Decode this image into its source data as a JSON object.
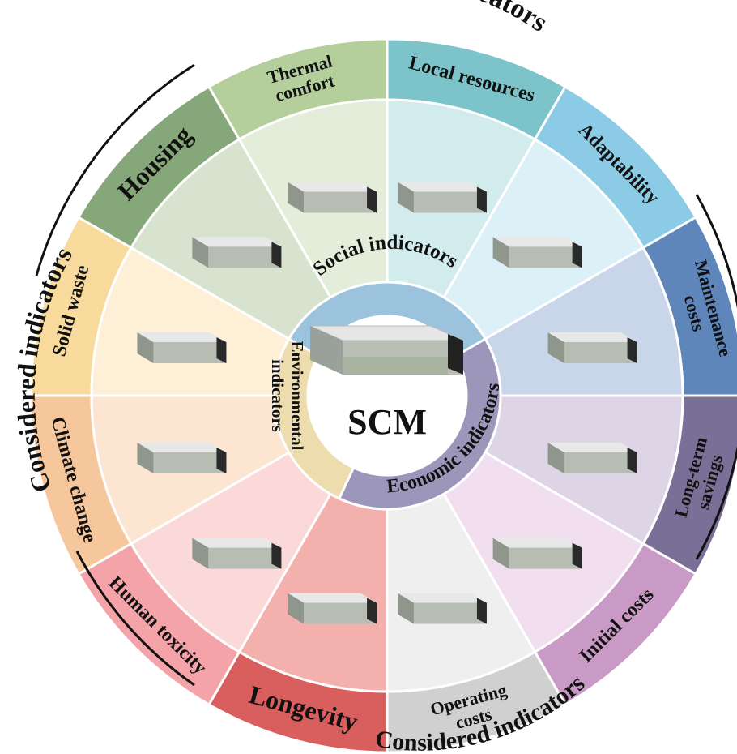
{
  "center": {
    "label": "SCM"
  },
  "groups": {
    "social": "Social  indicators",
    "economic": "Economic indicators",
    "environmental_line1": "Environmental",
    "environmental_line2": "indicators"
  },
  "considered": {
    "top": "Considered indicators",
    "left": "Considered indicators",
    "bottom": "Considered indicators"
  },
  "segments": [
    {
      "id": "local-resources",
      "lines": [
        "Local resources"
      ],
      "color": "#7cc4c9",
      "light": "#d2ecee"
    },
    {
      "id": "adaptability",
      "lines": [
        "Adaptability"
      ],
      "color": "#8ccbe6",
      "light": "#dcf0f8"
    },
    {
      "id": "maintenance-costs",
      "lines": [
        "Maintenance",
        "costs"
      ],
      "color": "#5f86bb",
      "light": "#c9d6ea"
    },
    {
      "id": "long-term-savings",
      "lines": [
        "Long-term",
        "savings"
      ],
      "color": "#7a6f96",
      "light": "#ddd5e6"
    },
    {
      "id": "initial-costs",
      "lines": [
        "Initial costs"
      ],
      "color": "#c89ac5",
      "light": "#f1dfef"
    },
    {
      "id": "operating-costs",
      "lines": [
        "Operating",
        "costs"
      ],
      "color": "#d0d0d0",
      "light": "#efefef"
    },
    {
      "id": "longevity",
      "lines": [
        "Longevity"
      ],
      "color": "#d95e5e",
      "light": "#f4b0ad"
    },
    {
      "id": "human-toxicity",
      "lines": [
        "Human toxicity"
      ],
      "color": "#f4a3a8",
      "light": "#fbd9d9"
    },
    {
      "id": "climate-change",
      "lines": [
        "Climate change"
      ],
      "color": "#f6c79c",
      "light": "#fce6d2"
    },
    {
      "id": "solid-waste",
      "lines": [
        "Solid waste"
      ],
      "color": "#f7da9c",
      "light": "#fdf0d6"
    },
    {
      "id": "housing",
      "lines": [
        "Housing"
      ],
      "color": "#86a779",
      "light": "#d7e3cf"
    },
    {
      "id": "thermal-comfort",
      "lines": [
        "Thermal",
        "comfort"
      ],
      "color": "#b5cf9c",
      "light": "#e3edd9"
    }
  ],
  "colors": {
    "social_band": "#9cc3dd",
    "economic_band": "#9d96bb",
    "environmental_band": "#ecdcae",
    "arc_lines": "#111111"
  }
}
